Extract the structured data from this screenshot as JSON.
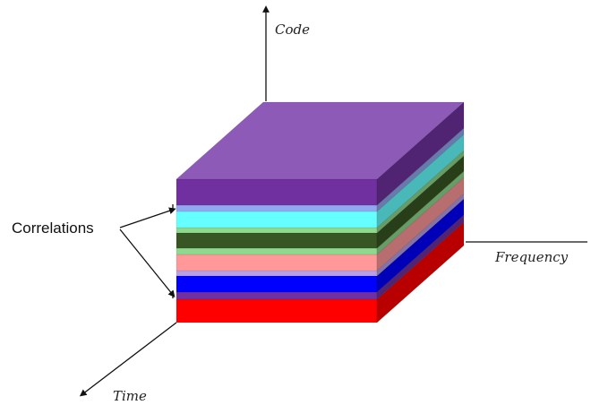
{
  "axes": {
    "code": "Code",
    "frequency": "Frequency",
    "time": "Time"
  },
  "annotation": {
    "label": "Correlations"
  },
  "layers": [
    {
      "name": "red-layer",
      "color": "#ff0000"
    },
    {
      "name": "dark-purple-layer",
      "color": "#7030a0"
    },
    {
      "name": "blue-layer",
      "color": "#0000ff"
    },
    {
      "name": "lavender-layer",
      "color": "#b9a0e6"
    },
    {
      "name": "pink-layer",
      "color": "#ff9999"
    },
    {
      "name": "light-green-layer",
      "color": "#8ed98e"
    },
    {
      "name": "dark-green-layer",
      "color": "#375623"
    },
    {
      "name": "light-green-layer-2",
      "color": "#8ed98e"
    },
    {
      "name": "cyan-layer",
      "color": "#66ffff"
    },
    {
      "name": "periwinkle-layer",
      "color": "#8fa8f0"
    },
    {
      "name": "top-purple-layer",
      "color": "#7030a0"
    }
  ],
  "top_color": "#8e5ab8"
}
